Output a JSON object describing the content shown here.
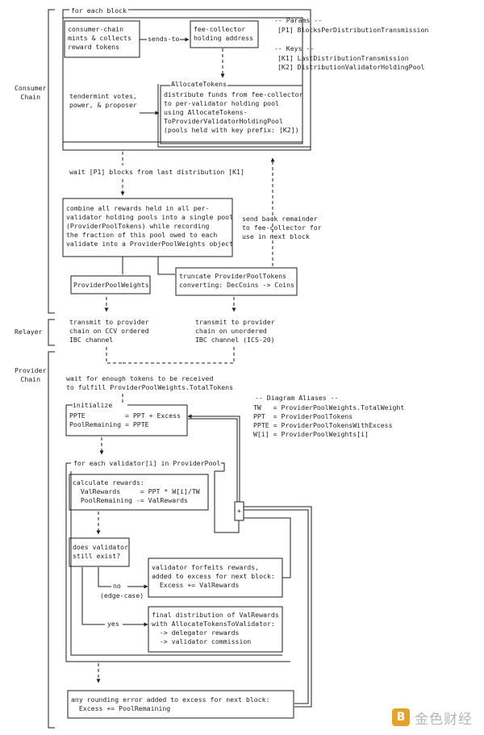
{
  "lanes": {
    "consumer": "Consumer\nChain",
    "relayer": "Relayer",
    "provider": "Provider\nChain"
  },
  "legend": {
    "params_header": "-- Params --",
    "params": [
      "[P1] BlocksPerDistributionTransmission"
    ],
    "keys_header": "-- Keys --",
    "keys": [
      "[K1] LastDistributionTransmission",
      "[K2] DistributionValidatorHoldingPool"
    ],
    "aliases_header": "-- Diagram Aliases --",
    "aliases": [
      "TW   = ProviderPoolWeights.TotalWeight",
      "PPT  = ProviderPoolTokens",
      "PPTE = ProviderPoolTokensWithExcess",
      "W[i] = ProviderPoolWeights[i]"
    ]
  },
  "consumer": {
    "loop_label": "for each block",
    "mint_box": "consumer-chain\nmints & collects\nreward tokens",
    "sends_to": "sends-to",
    "fee_box": "fee-collector\nholding address",
    "votes": "tendermint votes,\npower, & proposer",
    "allocate_title": "AllocateTokens",
    "allocate_body": "distribute funds from fee-collector\nto per-validator holding pool\nusing AllocateTokens-\nToProviderValidatorHoldingPool\n(pools held with key prefix: [K2])",
    "wait": "wait [P1] blocks from last distribution [K1]",
    "combine": "combine all rewards held in all per-\nvalidator holding pools into a single pool\n(ProviderPoolTokens) while recording\nthe fraction of this pool owed to each\nvalidate into a ProviderPoolWeights object",
    "send_back": "send back remainder\nto fee-collector for\nuse in next block",
    "weights_box": "ProviderPoolWeights",
    "truncate_box": "truncate ProviderPoolTokens\nconverting: DecCoins -> Coins"
  },
  "relayer": {
    "ordered": "transmit to provider\nchain on CCV ordered\nIBC channel",
    "unordered": "transmit to provider\nchain on unordered\nIBC channel (ICS-20)"
  },
  "provider": {
    "wait": "wait for enough tokens to be received\nto fulfill ProviderPoolWeights.TotalTokens",
    "init_title": "initialize",
    "init_body": "PPTE          = PPT + Excess\nPoolRemaining = PPTE",
    "loop_label": "for each validator[i] in ProviderPool",
    "calc": "calculate rewards:\n  ValRewards     = PPT * W[i]/TW\n  PoolRemaining -= ValRewards",
    "exists": "does validator\nstill exist?",
    "no_label": "no",
    "edge_case": "(edge-case)",
    "yes_label": "yes",
    "forfeit": "validator forfeits rewards,\nadded to excess for next block:\n  Excess += ValRewards",
    "final": "final distribution of ValRewards\nwith AllocateTokensToValidator:\n  -> delegator rewards\n  -> validator commission",
    "plus": "+",
    "rounding": "any rounding error added to excess for next block:\n  Excess += PoolRemaining"
  },
  "watermark": "金色财经",
  "watermark_logo": "B"
}
